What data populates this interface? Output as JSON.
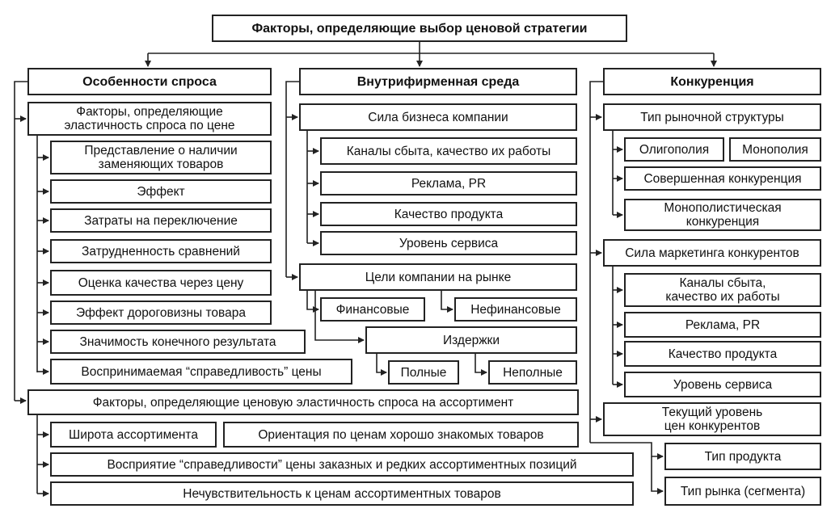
{
  "title": "Факторы, определяющие выбор ценовой стратегии",
  "demand": {
    "header": "Особенности спроса",
    "elasticity_title": "Факторы, определяющие\nэластичность спроса по цене",
    "elasticity_items": [
      "Представление о наличии\nзаменяющих товаров",
      "Эффект",
      "Затраты на переключение",
      "Затрудненность сравнений",
      "Оценка качества через цену",
      "Эффект дороговизны товара",
      "Значимость конечного результата",
      "Воспринимаемая “справедливость” цены"
    ],
    "assortment_title": "Факторы, определяющие ценовую эластичность спроса на ассортимент",
    "assortment_items": [
      "Широта ассортимента",
      "Ориентация по ценам хорошо знакомых товаров",
      "Восприятие “справедливости” цены заказных и редких ассортиментных позиций",
      "Нечувствительность к ценам ассортиментных товаров"
    ]
  },
  "internal": {
    "header": "Внутрифирменная среда",
    "strength": "Сила бизнеса компании",
    "strength_items": [
      "Каналы сбыта, качество их работы",
      "Реклама, PR",
      "Качество продукта",
      "Уровень сервиса"
    ],
    "goals": "Цели компании на рынке",
    "goals_items": [
      "Финансовые",
      "Нефинансовые"
    ],
    "costs": "Издержки",
    "costs_items": [
      "Полные",
      "Неполные"
    ]
  },
  "competition": {
    "header": "Конкуренция",
    "market_structure": "Тип рыночной структуры",
    "market_items": [
      "Олигополия",
      "Монополия",
      "Совершенная конкуренция",
      "Монополистическая\nконкуренция"
    ],
    "marketing": "Сила маркетинга конкурентов",
    "marketing_items": [
      "Каналы сбыта,\nкачество их работы",
      "Реклама, PR",
      "Качество продукта",
      "Уровень сервиса"
    ],
    "price_level": "Текущий уровень\nцен конкурентов",
    "product_type": "Тип продукта",
    "market_type": "Тип рынка (сегмента)"
  }
}
